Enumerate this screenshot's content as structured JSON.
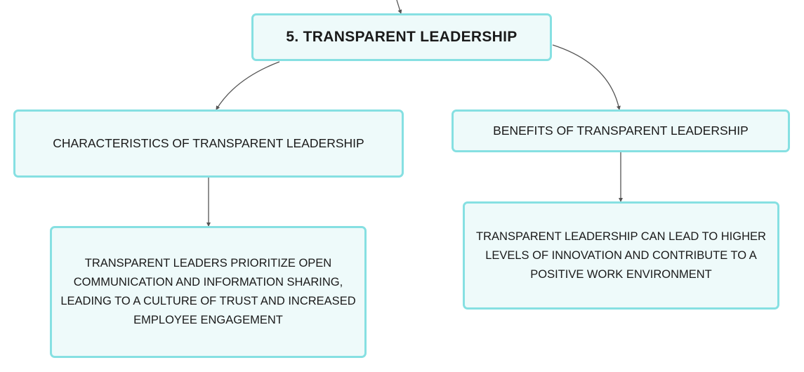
{
  "root": {
    "label": "5. TRANSPARENT LEADERSHIP"
  },
  "branches": [
    {
      "label": "CHARACTERISTICS OF TRANSPARENT LEADERSHIP",
      "detail": "TRANSPARENT LEADERS PRIORITIZE OPEN COMMUNICATION AND INFORMATION SHARING, LEADING TO A CULTURE OF TRUST AND INCREASED EMPLOYEE ENGAGEMENT"
    },
    {
      "label": "BENEFITS OF TRANSPARENT LEADERSHIP",
      "detail": "TRANSPARENT LEADERSHIP CAN LEAD TO HIGHER LEVELS OF INNOVATION AND CONTRIBUTE TO A POSITIVE WORK ENVIRONMENT"
    }
  ],
  "colors": {
    "node_border": "#86e0e2",
    "node_fill": "#eefafa",
    "connector": "#555555",
    "text": "#1a1a1a"
  }
}
